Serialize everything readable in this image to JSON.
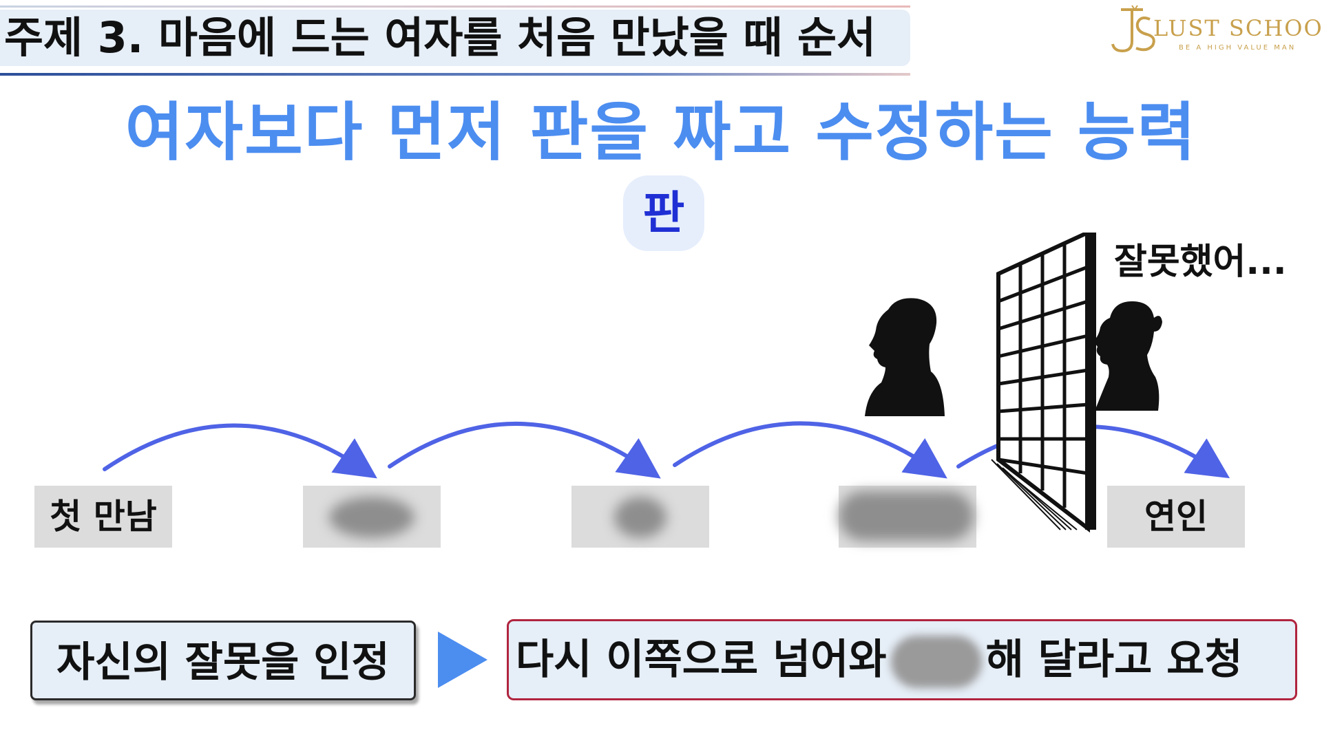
{
  "header": {
    "topic_title": "주제 3. 마음에 드는 여자를 처음 만났을 때 순서",
    "logo_text": "LUST SCHOOL",
    "logo_tagline": "BE A HIGH VALUE MAN",
    "logo_icon": "ls-monogram-logo"
  },
  "headline": "여자보다 먼저 판을 짜고 수정하는 능력",
  "board_badge": "판",
  "speech": "잘못했어...",
  "steps": [
    {
      "label": "첫 만남"
    },
    {
      "label": ""
    },
    {
      "label": ""
    },
    {
      "label": ""
    },
    {
      "label": "연인"
    }
  ],
  "bottom": {
    "admit": "자신의 잘못을 인정",
    "request_prefix": "다시 이쪽으로 넘어와",
    "request_suffix": "해 달라고 요청"
  },
  "colors": {
    "headline": "#4c8df0",
    "arrow": "#4f63e6",
    "badge_text": "#1f2fd4",
    "request_border": "#b0243e",
    "logo_gold": "#c8a04c"
  }
}
